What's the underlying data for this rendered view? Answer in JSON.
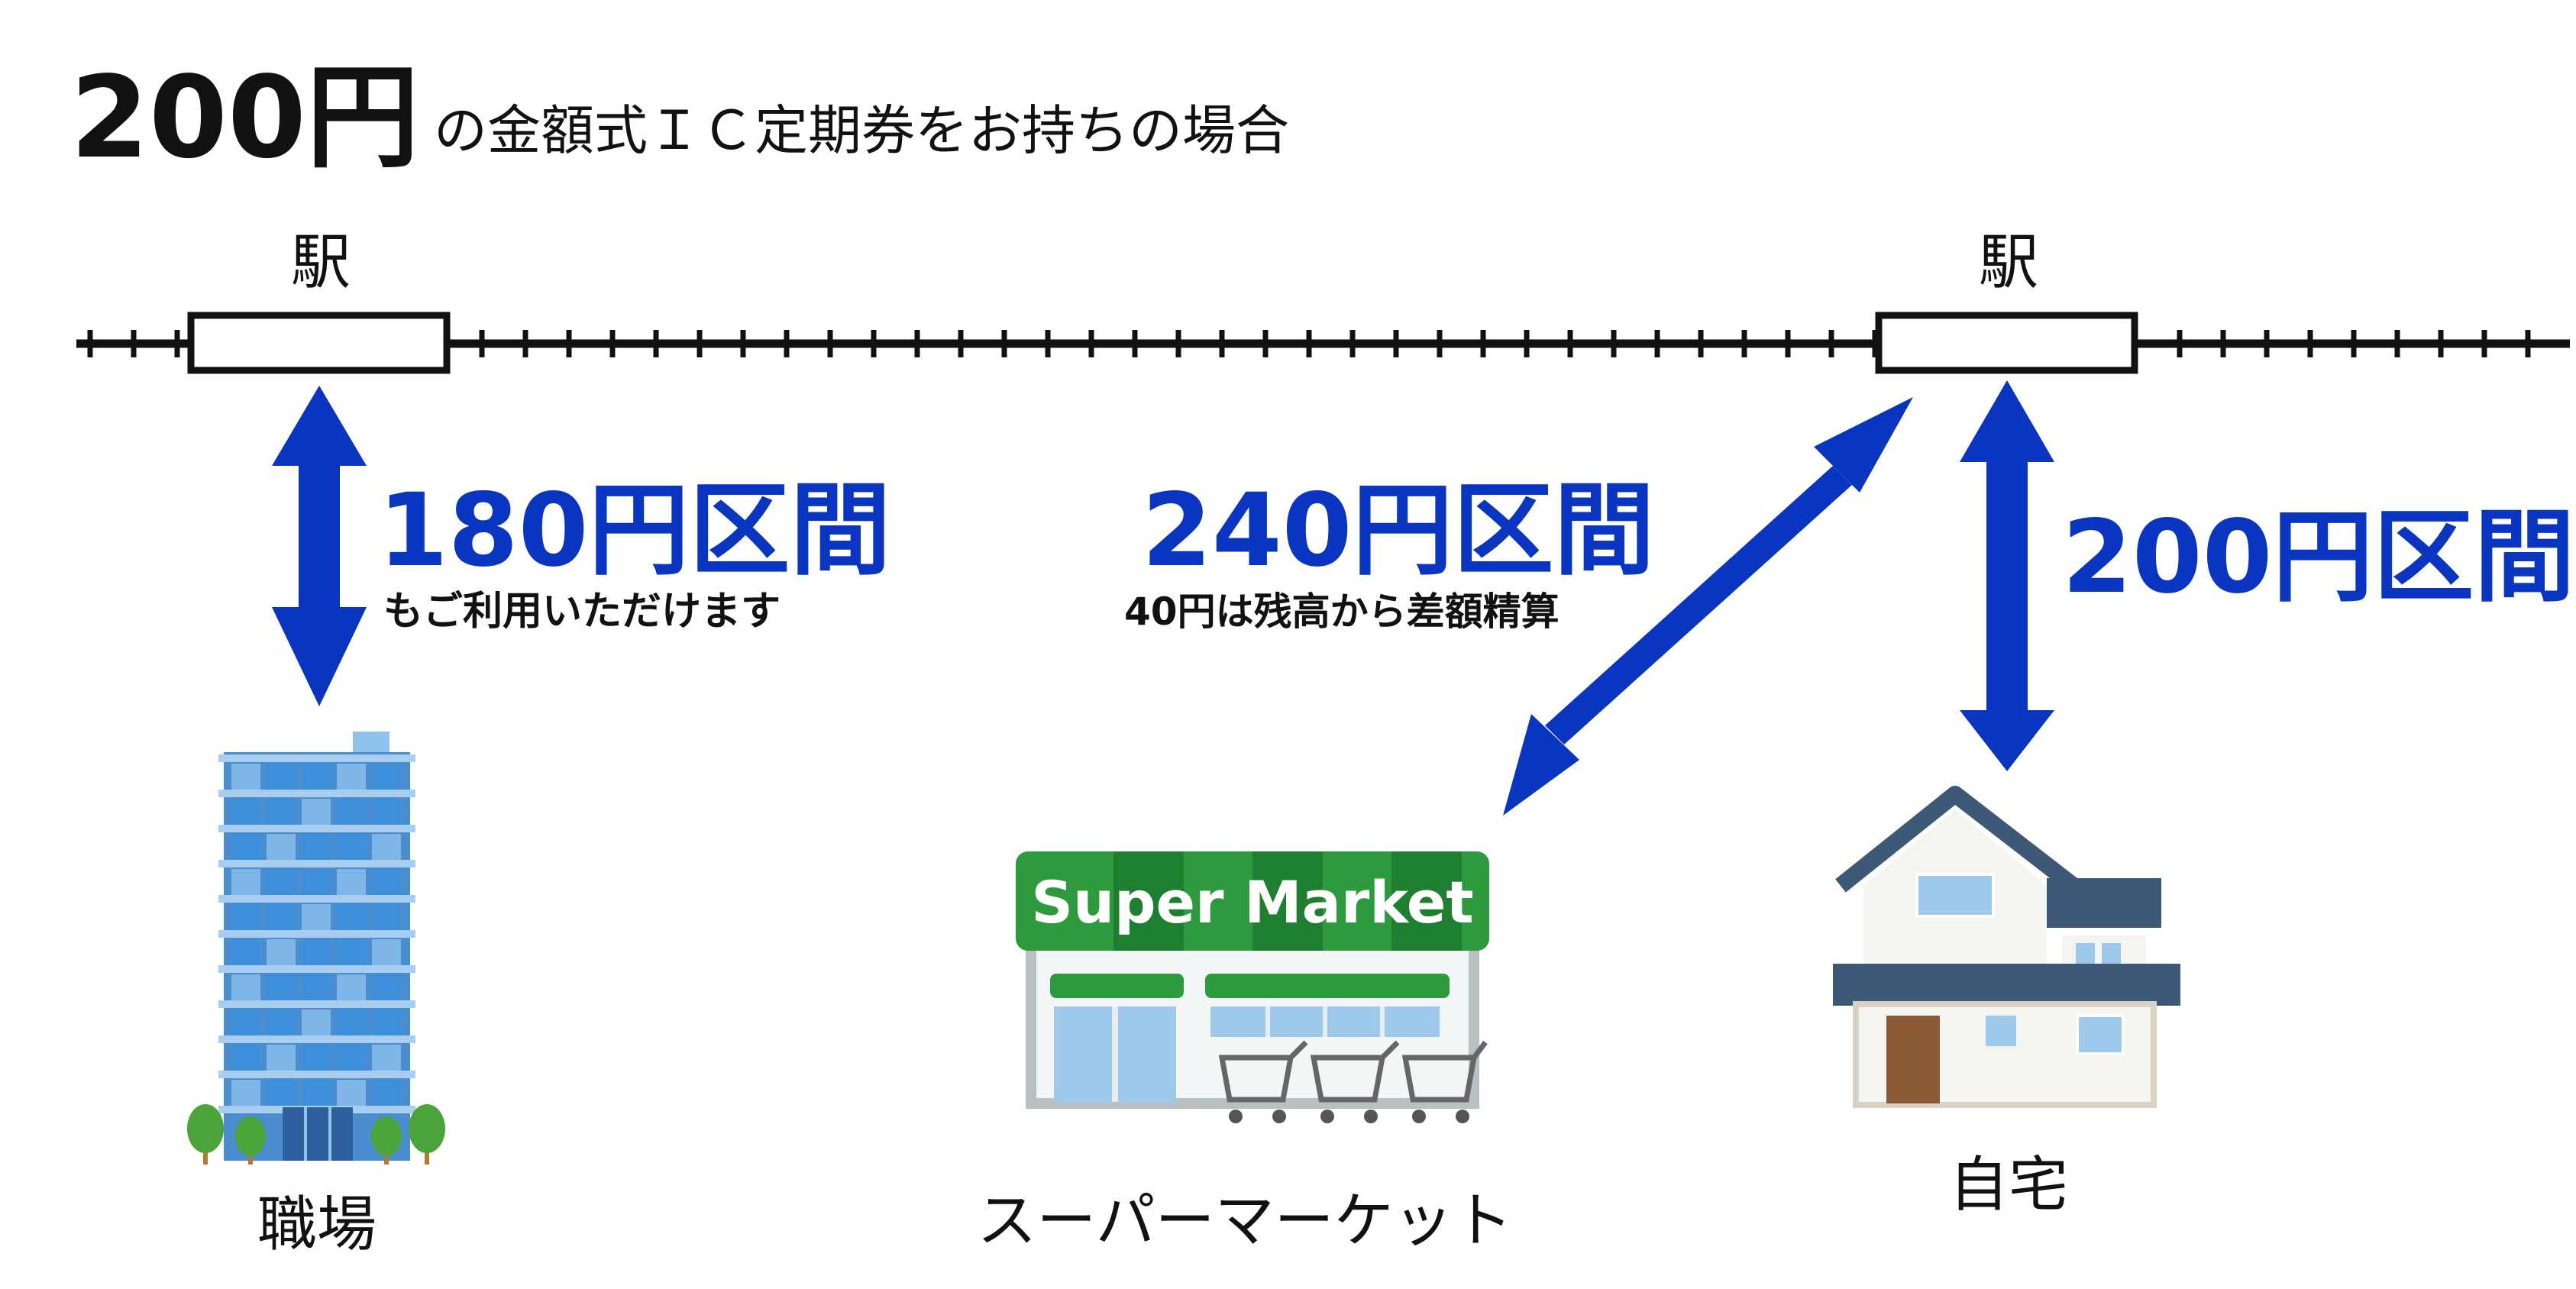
{
  "title": {
    "amount": "200円",
    "rest": "の金額式ＩＣ定期券をお持ちの場合"
  },
  "stations": [
    {
      "label": "駅"
    },
    {
      "label": "駅"
    }
  ],
  "places": {
    "office": "職場",
    "supermarket": "スーパーマーケット",
    "home": "自宅",
    "supermarket_sign": "Super Market"
  },
  "sections": {
    "office": {
      "fare": "180円区間",
      "note": "もご利用いただけます"
    },
    "supermarket": {
      "fare": "240円区間",
      "note": "40円は残高から差額精算"
    },
    "home": {
      "fare": "200円区間"
    }
  },
  "colors": {
    "fare_text": "#0a35c0",
    "arrow": "#0a35c0",
    "track": "#111111",
    "building_blue": "#3d8fd9",
    "building_light": "#a9cdef",
    "tree_green": "#4aa43a",
    "market_green": "#2e9a3e",
    "market_dark_green": "#1f7f30",
    "roof": "#3e5878",
    "wall": "#f4f4f0",
    "door": "#8a5a36"
  }
}
